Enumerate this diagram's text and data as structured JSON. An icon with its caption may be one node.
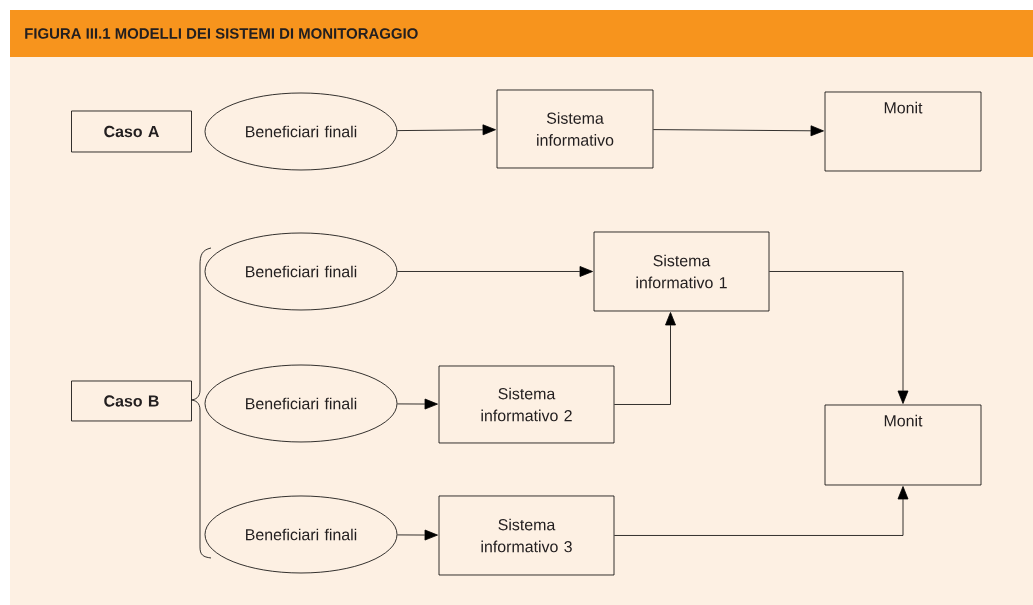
{
  "diagram": {
    "title": "FIGURA III.1 MODELLI DEI SISTEMI DI MONITORAGGIO",
    "nodes": [
      {
        "text": [
          "Caso A"
        ]
      },
      {
        "text": [
          "Beneficiari finali"
        ]
      },
      {
        "text": [
          "Sistema informativo"
        ]
      },
      {
        "text": [
          "Monit"
        ]
      },
      {
        "text": [
          "Caso B"
        ]
      },
      {
        "text": [
          "Beneficiari finali"
        ]
      },
      {
        "text": [
          "Sistema informativo 1"
        ]
      },
      {
        "text": [
          "Beneficiari finali"
        ]
      },
      {
        "text": [
          "Sistema informativo 2"
        ]
      },
      {
        "text": [
          "Monit"
        ]
      },
      {
        "text": [
          "Beneficiari finali"
        ]
      },
      {
        "text": [
          "Sistema informativo 3"
        ]
      }
    ],
    "edges": [
      {
        "from": 1,
        "to": 2,
        "arrow": "to"
      },
      {
        "from": 2,
        "to": 3,
        "arrow": "to"
      },
      {
        "from": 5,
        "to": 6,
        "arrow": "to"
      },
      {
        "from": 7,
        "to": 8,
        "arrow": "to"
      },
      {
        "from": 8,
        "to": 6,
        "arrow": "to"
      },
      {
        "from": 6,
        "to": 9,
        "arrow": "to"
      },
      {
        "from": 10,
        "to": 11,
        "arrow": "to"
      },
      {
        "from": 11,
        "to": 9,
        "arrow": "to"
      }
    ]
  }
}
